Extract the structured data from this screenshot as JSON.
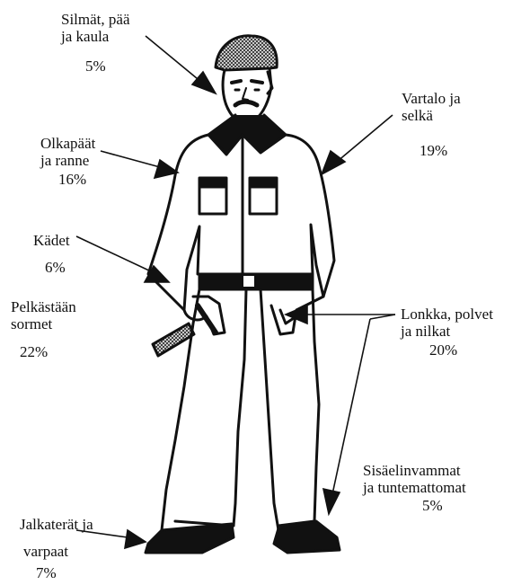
{
  "labels": {
    "eyes_head_neck": {
      "line1": "Silmät, pää",
      "line2": "ja kaula",
      "percent": "5%"
    },
    "torso_back": {
      "line1": "Vartalo ja",
      "line2": "selkä",
      "percent": "19%"
    },
    "shoulders_wrist": {
      "line1": "Olkapäät",
      "line2": "ja ranne",
      "percent": "16%"
    },
    "hands": {
      "line1": "Kädet",
      "percent": "6%"
    },
    "fingers_only": {
      "line1": "Pelkästään",
      "line2": "sormet",
      "percent": "22%"
    },
    "hip_knees_ankles": {
      "line1": "Lonkka, polvet",
      "line2": "ja nilkat",
      "percent": "20%"
    },
    "internal_unknown": {
      "line1": "Sisäelinvammat",
      "line2": "ja tuntemattomat",
      "percent": "5%"
    },
    "feet_toes": {
      "line1": "Jalkaterät ja",
      "line2": "varpaat",
      "percent": "7%"
    }
  },
  "colors": {
    "ink": "#111111",
    "helmet": "#6a6a6a",
    "paper": "#ffffff"
  }
}
